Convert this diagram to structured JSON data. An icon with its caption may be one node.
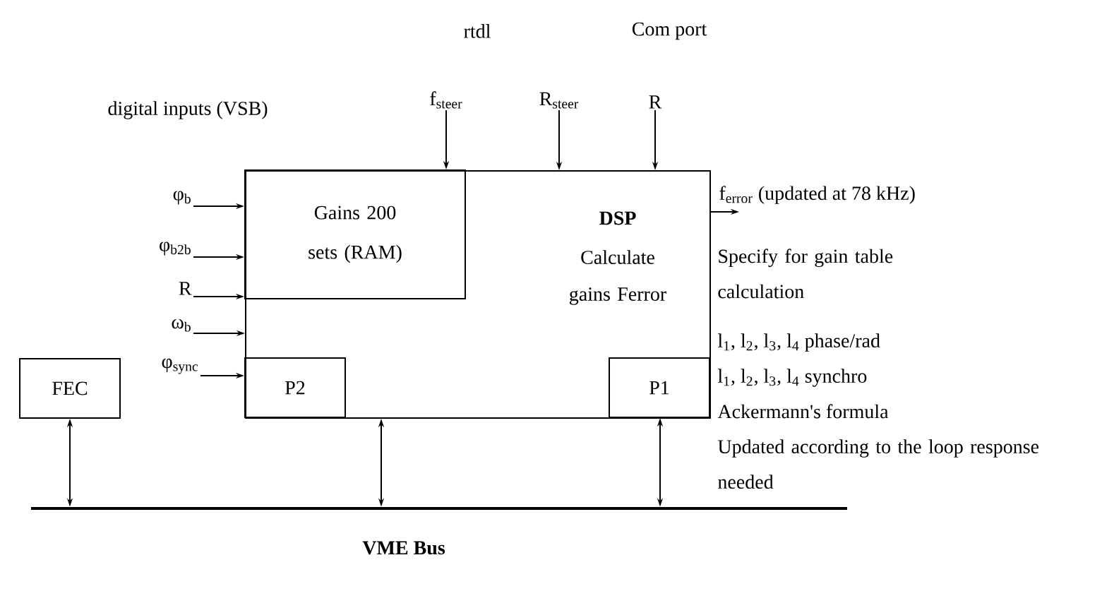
{
  "diagram": {
    "nodes": [
      {
        "text": [
          "DSP",
          "Calculate gains Ferror"
        ]
      },
      {
        "text": [
          "Gains 200 sets (RAM)"
        ],
        "in": 0
      },
      {
        "text": [
          "P2"
        ],
        "in": 0
      },
      {
        "text": [
          "P1"
        ],
        "in": 0
      },
      {
        "text": [
          "FEC"
        ]
      },
      {
        "text": [],
        "shape": "bar",
        "beside": [
          "VME Bus"
        ]
      },
      {
        "text": [
          "φ$_{b}$"
        ]
      },
      {
        "text": [
          "φ$_{b2b}$"
        ]
      },
      {
        "text": [
          "R"
        ]
      },
      {
        "text": [
          "ω$_{b}$"
        ]
      },
      {
        "text": [
          "φ$_{sync}$"
        ]
      },
      {
        "text": [
          "f$_{steer}$"
        ]
      },
      {
        "text": [
          "R$_{steer}$"
        ]
      },
      {
        "text": [
          "R"
        ]
      }
    ],
    "edges": [
      {
        "from": 6,
        "to": 1,
        "arrow": "to"
      },
      {
        "from": 7,
        "to": 1,
        "arrow": "to"
      },
      {
        "from": 8,
        "to": 1,
        "arrow": "to"
      },
      {
        "from": 9,
        "to": 0,
        "arrow": "to"
      },
      {
        "from": 10,
        "to": 2,
        "arrow": "to"
      },
      {
        "from": 11,
        "to": 1,
        "arrow": "to"
      },
      {
        "from": 12,
        "to": 0,
        "arrow": "to"
      },
      {
        "from": 13,
        "to": 0,
        "arrow": "to"
      },
      {
        "from": 0,
        "to": null,
        "arrow": "to",
        "label": "f$_{error}$ (updated at 78 kHz)"
      },
      {
        "from": 4,
        "to": 5,
        "arrow": "both"
      },
      {
        "from": 0,
        "to": 5,
        "arrow": "both"
      },
      {
        "from": 3,
        "to": 5,
        "arrow": "both"
      }
    ],
    "labels": [
      "rtdl",
      "Com port",
      "digital inputs (VSB)",
      "Specify for gain table calculation",
      "l$_{1}$, l$_{2}$, l$_{3}$, l$_{4}$ phase/rad",
      "l$_{1}$, l$_{2}$, l$_{3}$, l$_{4}$ synchro",
      "Ackermann's formula",
      "Updated according to the loop response needed"
    ]
  }
}
